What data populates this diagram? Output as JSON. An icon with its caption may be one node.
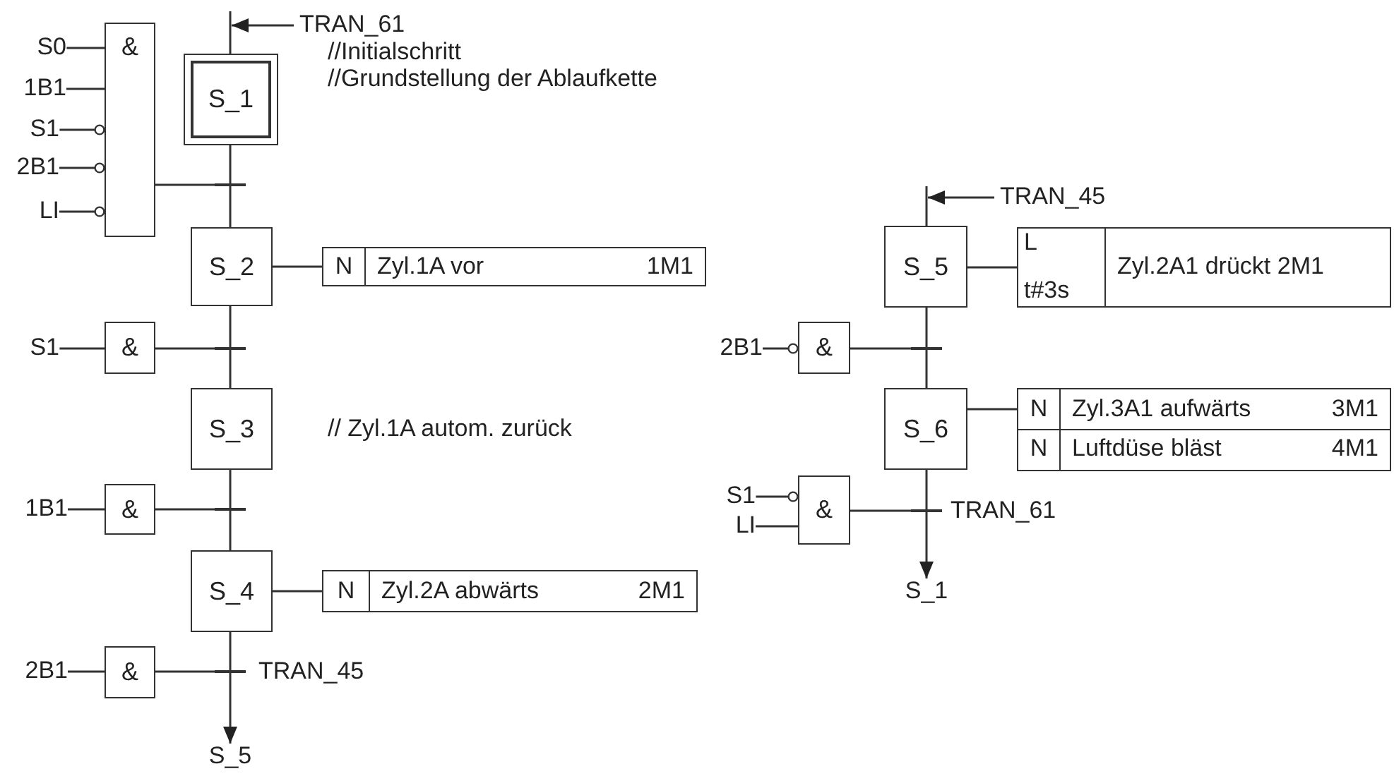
{
  "diagram": {
    "nodes": [
      {
        "text": [
          "S_1"
        ],
        "beside": [
          "//Initialschritt",
          "//Grundstellung der Ablaufkette"
        ]
      },
      {
        "text": [
          "TRAN_61"
        ]
      },
      {
        "text": [
          "&"
        ]
      },
      {
        "text": [
          "S0"
        ]
      },
      {
        "text": [
          "1B1"
        ]
      },
      {
        "text": [
          "S1"
        ]
      },
      {
        "text": [
          "2B1"
        ]
      },
      {
        "text": [
          "LI"
        ]
      },
      {
        "text": [],
        "shape": "bar"
      },
      {
        "text": [
          "S_2"
        ]
      },
      {
        "text": [
          "N",
          "Zyl.1A vor",
          "1M1"
        ]
      },
      {
        "text": [
          "&"
        ]
      },
      {
        "text": [
          "S1"
        ]
      },
      {
        "text": [],
        "shape": "bar"
      },
      {
        "text": [
          "S_3"
        ],
        "beside": [
          "// Zyl.1A autom. zurück"
        ]
      },
      {
        "text": [
          "&"
        ]
      },
      {
        "text": [
          "1B1"
        ]
      },
      {
        "text": [],
        "shape": "bar"
      },
      {
        "text": [
          "S_4"
        ]
      },
      {
        "text": [
          "N",
          "Zyl.2A abwärts",
          "2M1"
        ]
      },
      {
        "text": [
          "&"
        ]
      },
      {
        "text": [
          "2B1"
        ]
      },
      {
        "text": [],
        "shape": "bar",
        "beside": [
          "TRAN_45"
        ]
      },
      {
        "text": [
          "S_5"
        ]
      },
      {
        "text": [
          "TRAN_45"
        ]
      },
      {
        "text": [
          "S_5"
        ]
      },
      {
        "text": [
          "L",
          "t#3s",
          "Zyl.2A1 drückt 2M1"
        ]
      },
      {
        "text": [
          "&"
        ]
      },
      {
        "text": [
          "2B1"
        ]
      },
      {
        "text": [],
        "shape": "bar"
      },
      {
        "text": [
          "S_6"
        ]
      },
      {
        "text": [
          "N",
          "Zyl.3A1 aufwärts",
          "3M1"
        ]
      },
      {
        "text": [
          "N",
          "Luftdüse bläst",
          "4M1"
        ]
      },
      {
        "text": [
          "&"
        ]
      },
      {
        "text": [
          "S1"
        ]
      },
      {
        "text": [
          "LI"
        ]
      },
      {
        "text": [],
        "shape": "bar",
        "beside": [
          "TRAN_61"
        ]
      },
      {
        "text": [
          "S_1"
        ]
      }
    ],
    "edges": [
      {
        "from": null,
        "to": 0,
        "arrow": "none"
      },
      {
        "from": 1,
        "to": 0,
        "arrow": "to"
      },
      {
        "from": 3,
        "to": 2,
        "arrow": "none"
      },
      {
        "from": 4,
        "to": 2,
        "arrow": "none"
      },
      {
        "from": 5,
        "to": 2,
        "arrow": "other"
      },
      {
        "from": 6,
        "to": 2,
        "arrow": "other"
      },
      {
        "from": 7,
        "to": 2,
        "arrow": "other"
      },
      {
        "from": 2,
        "to": 8,
        "arrow": "none"
      },
      {
        "from": 0,
        "to": 8,
        "arrow": "none"
      },
      {
        "from": 8,
        "to": 9,
        "arrow": "none"
      },
      {
        "from": 9,
        "to": 10,
        "arrow": "none"
      },
      {
        "from": 12,
        "to": 11,
        "arrow": "none"
      },
      {
        "from": 11,
        "to": 13,
        "arrow": "none"
      },
      {
        "from": 9,
        "to": 13,
        "arrow": "none"
      },
      {
        "from": 13,
        "to": 14,
        "arrow": "none"
      },
      {
        "from": 16,
        "to": 15,
        "arrow": "none"
      },
      {
        "from": 15,
        "to": 17,
        "arrow": "none"
      },
      {
        "from": 14,
        "to": 17,
        "arrow": "none"
      },
      {
        "from": 17,
        "to": 18,
        "arrow": "none"
      },
      {
        "from": 18,
        "to": 19,
        "arrow": "none"
      },
      {
        "from": 21,
        "to": 20,
        "arrow": "none"
      },
      {
        "from": 20,
        "to": 22,
        "arrow": "none"
      },
      {
        "from": 18,
        "to": 22,
        "arrow": "none"
      },
      {
        "from": 22,
        "to": 23,
        "arrow": "to"
      },
      {
        "from": null,
        "to": 25,
        "arrow": "none"
      },
      {
        "from": 24,
        "to": 25,
        "arrow": "to"
      },
      {
        "from": 25,
        "to": 26,
        "arrow": "none"
      },
      {
        "from": 28,
        "to": 27,
        "arrow": "other"
      },
      {
        "from": 27,
        "to": 29,
        "arrow": "none"
      },
      {
        "from": 25,
        "to": 29,
        "arrow": "none"
      },
      {
        "from": 29,
        "to": 30,
        "arrow": "none"
      },
      {
        "from": 30,
        "to": 31,
        "arrow": "none"
      },
      {
        "from": 34,
        "to": 33,
        "arrow": "other"
      },
      {
        "from": 35,
        "to": 33,
        "arrow": "none"
      },
      {
        "from": 33,
        "to": 36,
        "arrow": "none"
      },
      {
        "from": 30,
        "to": 36,
        "arrow": "none"
      },
      {
        "from": 36,
        "to": 37,
        "arrow": "to"
      }
    ]
  }
}
